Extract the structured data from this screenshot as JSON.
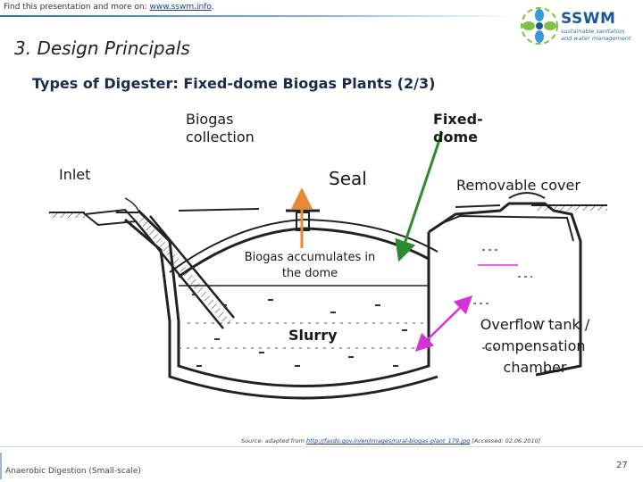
{
  "header": {
    "find_text": "Find this presentation and more on:",
    "find_link": "www.sswm.info",
    "find_end": "."
  },
  "logo": {
    "name": "SSWM",
    "subtitle_line1": "sustainable sanitation",
    "subtitle_line2": "and water management",
    "colors": [
      "#3a9ad9",
      "#7cc242",
      "#1a5a9a"
    ]
  },
  "section_title": "3. Design Principals",
  "slide_title": "Types of Digester: Fixed-dome Biogas Plants (2/3)",
  "diagram": {
    "labels": {
      "biogas_line1": "Biogas",
      "biogas_line2": "collection",
      "fixed_line1": "Fixed-",
      "fixed_line2": "dome",
      "inlet": "Inlet",
      "seal": "Seal",
      "removable_cover": "Removable cover",
      "accum_line1": "Biogas accumulates in",
      "accum_line2": "the dome",
      "slurry": "Slurry",
      "overflow_line1": "Overflow tank /",
      "overflow_line2": "compensation",
      "overflow_line3": "chamber"
    },
    "arrow_colors": {
      "biogas": "#e8893a",
      "fixed_dome": "#2e8a2e",
      "overflow": "#d633d6"
    }
  },
  "source": {
    "prefix": "Source: adapted from",
    "link": "http://fasdo.gov.in/en/images/rural-biogas-plant_179.jpg",
    "suffix": "[Accessed: 02.06.2010]"
  },
  "footer": {
    "left": "Anaerobic Digestion (Small-scale)",
    "page": "27"
  }
}
